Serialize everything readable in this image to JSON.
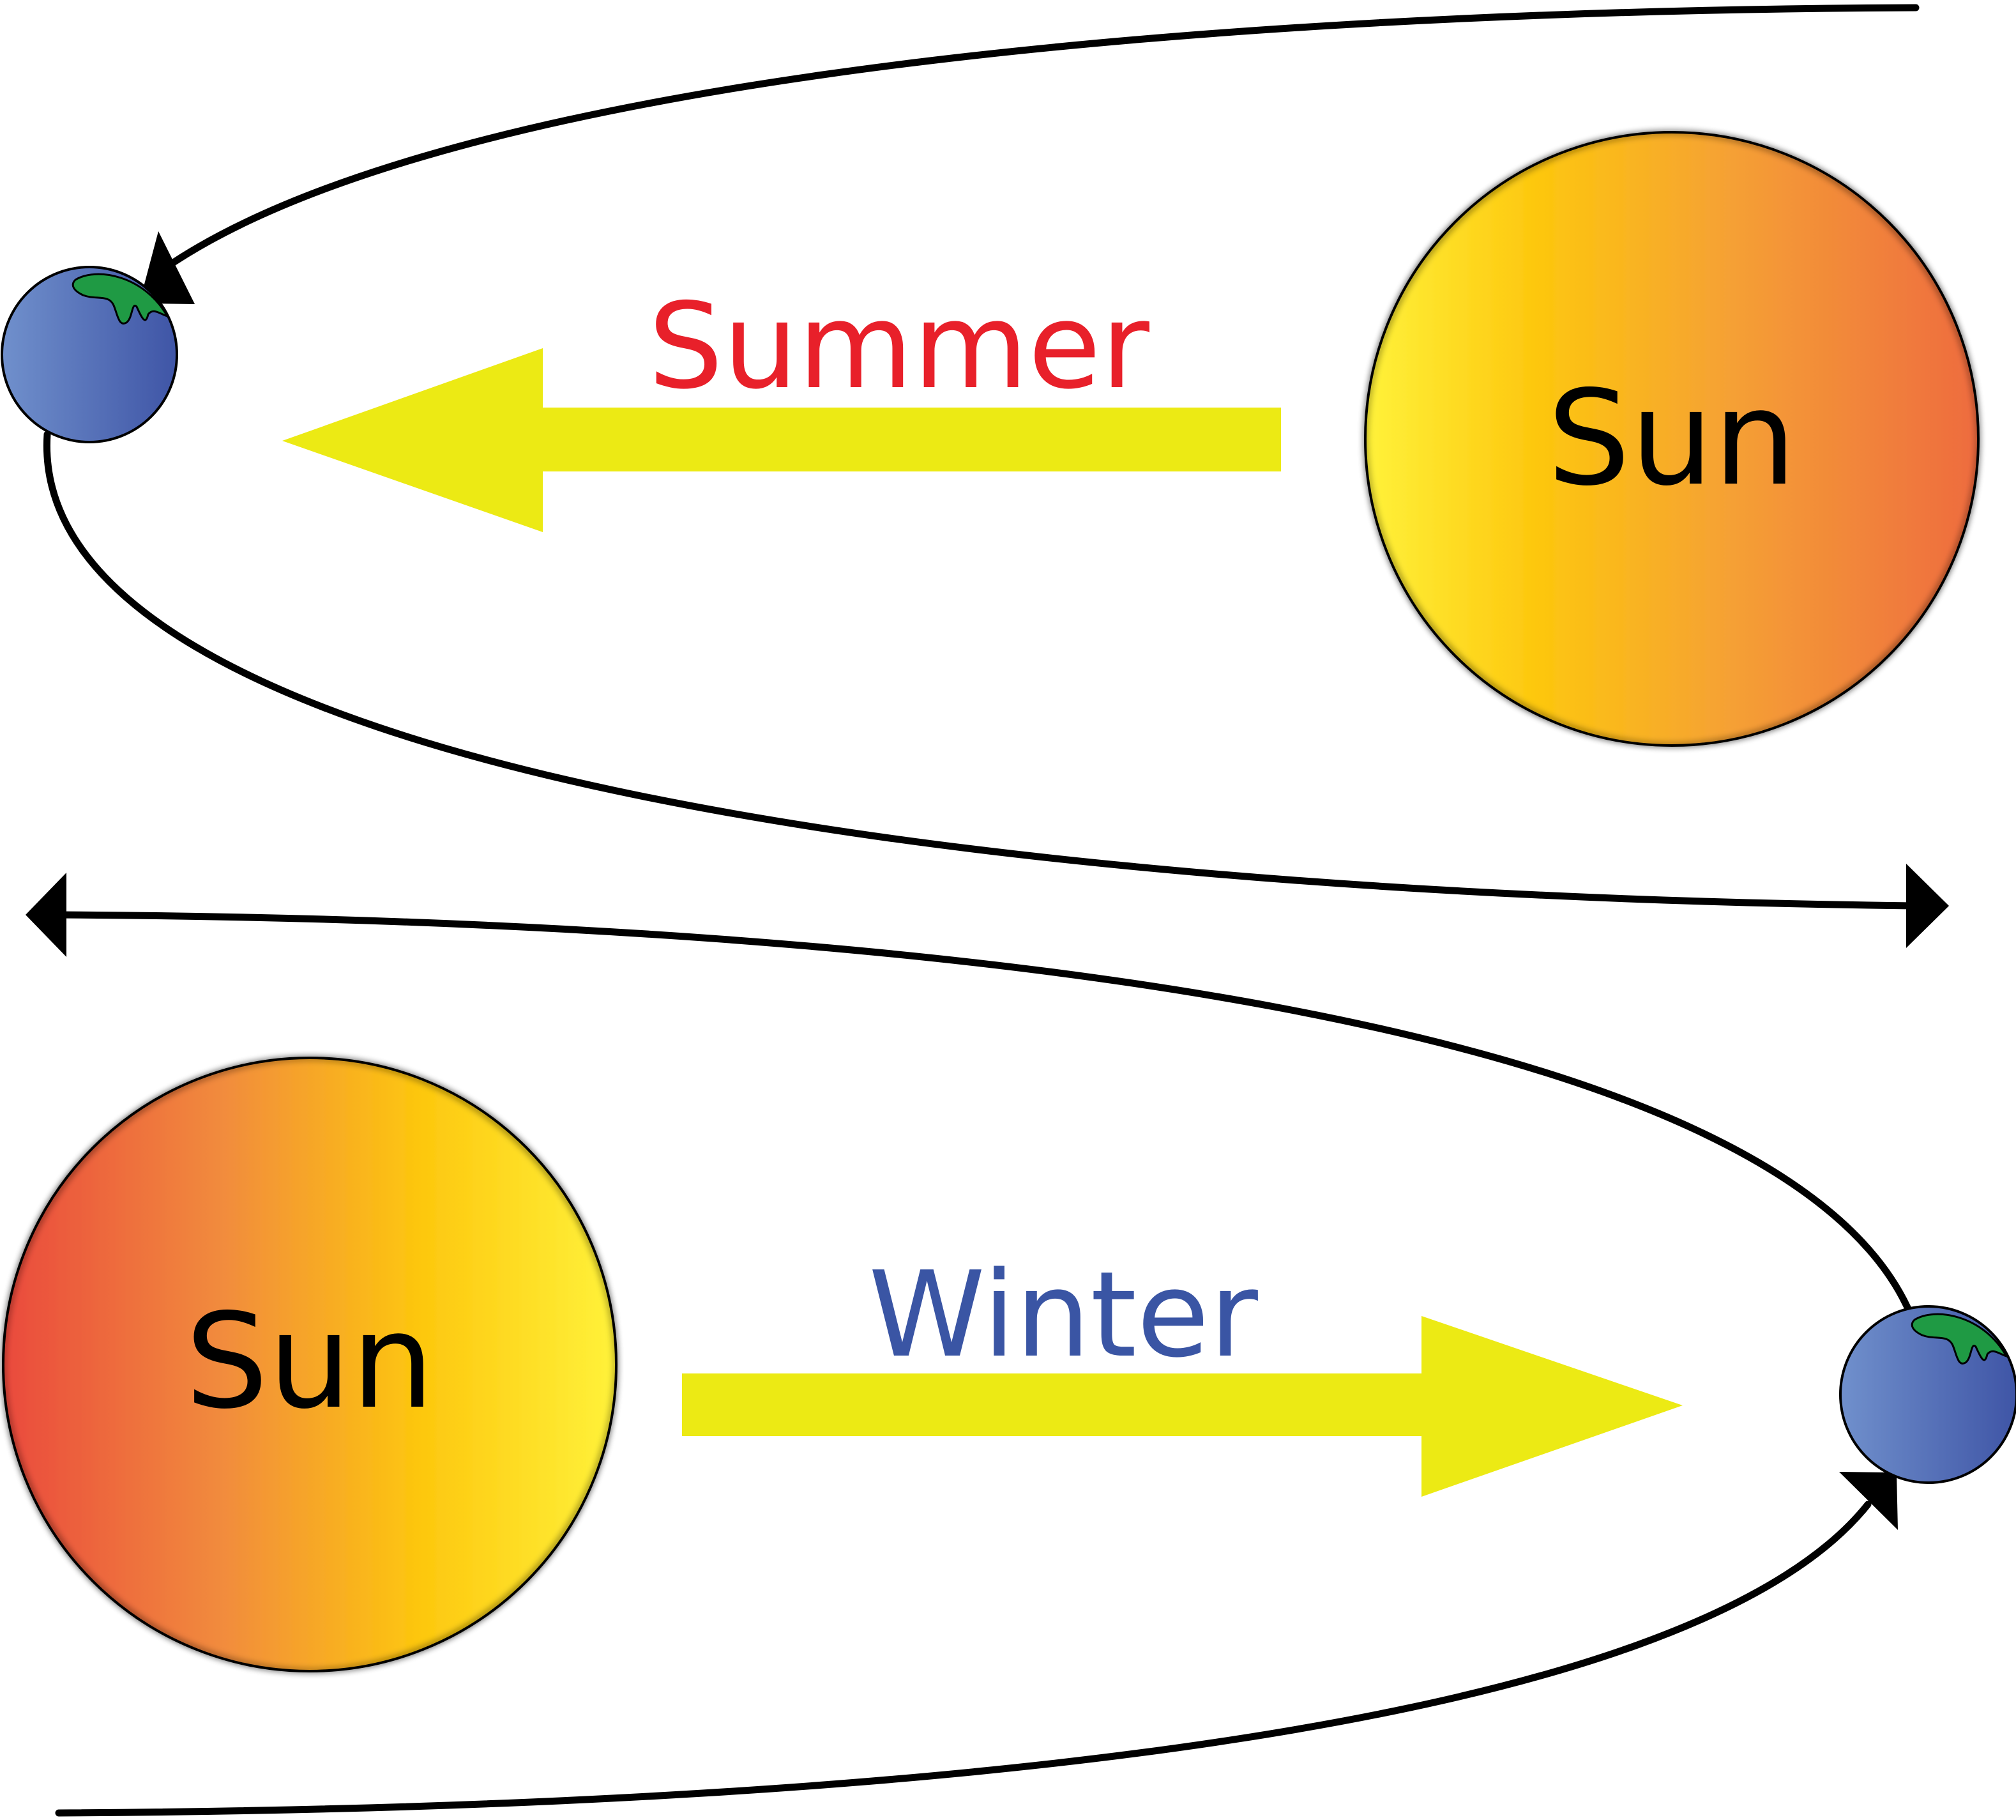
{
  "colors": {
    "summer_label": "#e8202a",
    "winter_label": "#3a55a4",
    "direction_arrow": "#ecea14",
    "orbit": "#000000",
    "sun_gradient": [
      "#fff23a",
      "#fdc70e",
      "#f5a035",
      "#ee6b3f"
    ],
    "sun_gradient_lower": [
      "#ea4a3c",
      "#f18a3e",
      "#fdc70e",
      "#fff23a"
    ],
    "earth_gradient": [
      "#7090cc",
      "#3f55a6"
    ],
    "earth_land": "#1f9a44"
  },
  "icons": {
    "sun": "sun-icon",
    "earth": "earth-icon",
    "direction_arrow": "arrow-icon",
    "orbit_arrow": "arrowhead-icon"
  },
  "summer_panel": {
    "season_label": "Summer",
    "sun_label": "Sun",
    "arrow_direction": "left"
  },
  "winter_panel": {
    "season_label": "Winter",
    "sun_label": "Sun",
    "arrow_direction": "right"
  }
}
